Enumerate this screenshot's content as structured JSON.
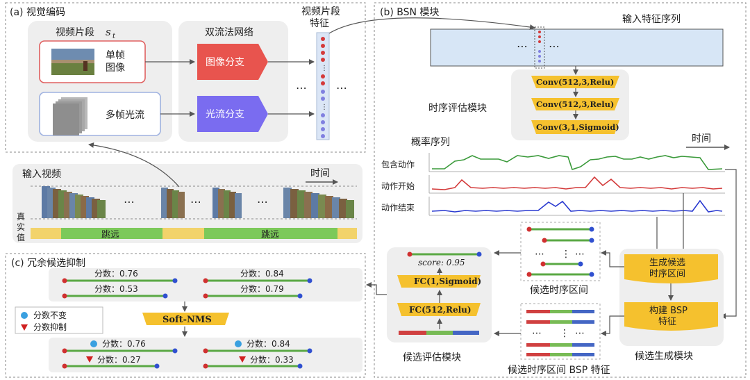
{
  "panel_a": {
    "title": "(a) 视觉编码",
    "clip_label": "视频片段",
    "clip_symbol": "s",
    "clip_symbol_sub": "t",
    "single_frame": [
      "单帧",
      "图像"
    ],
    "multi_flow": "多帧光流",
    "two_stream_title": "双流法网络",
    "image_branch": "图像分支",
    "flow_branch": "光流分支",
    "feature_title": [
      "视频片段",
      "特征"
    ],
    "ellipsis": "⋯"
  },
  "input_video": {
    "title": "输入视频",
    "time": "时间",
    "truth_label": [
      "真",
      "实",
      "值"
    ],
    "segments": [
      "跳远",
      "跳远"
    ],
    "colors": {
      "background": "#f2d36b",
      "action": "#7cc95a"
    }
  },
  "panel_b": {
    "title": "(b) BSN 模块",
    "feature_seq": "输入特征序列",
    "temporal_eval": "时序评估模块",
    "convs": [
      "Conv(512,3,Relu)",
      "Conv(512,3,Relu)",
      "Conv(3,1,Sigmoid)"
    ],
    "prob_seq": "概率序列",
    "time": "时间",
    "curves": [
      "包含动作",
      "动作开始",
      "动作结束"
    ],
    "curve_colors": [
      "#3a9a3a",
      "#d33a3a",
      "#2a3ad0"
    ],
    "proposal_gen": [
      "生成候选",
      "时序区间"
    ],
    "build_bsp": [
      "构建 BSP",
      "特征"
    ],
    "proposal_gen_module": "候选生成模块",
    "candidate_intervals": "候选时序区间",
    "candidate_bsp": "候选时序区间 BSP 特征",
    "eval_module": "候选评估模块",
    "fcs": [
      "FC(1,Sigmoid)",
      "FC(512,Relu)"
    ],
    "score": "score: 0.95",
    "layer_color": "#f5c12e"
  },
  "panel_c": {
    "title": "(c) 冗余候选抑制",
    "scores_before": [
      "分数：0.76",
      "分数：0.84",
      "分数：0.53",
      "分数：0.79"
    ],
    "soft_nms": "Soft-NMS",
    "legend_keep": "分数不变",
    "legend_suppress": "分数抑制",
    "scores_after": [
      "分数：0.76",
      "分数：0.84",
      "分数：0.27",
      "分数：0.33"
    ]
  }
}
